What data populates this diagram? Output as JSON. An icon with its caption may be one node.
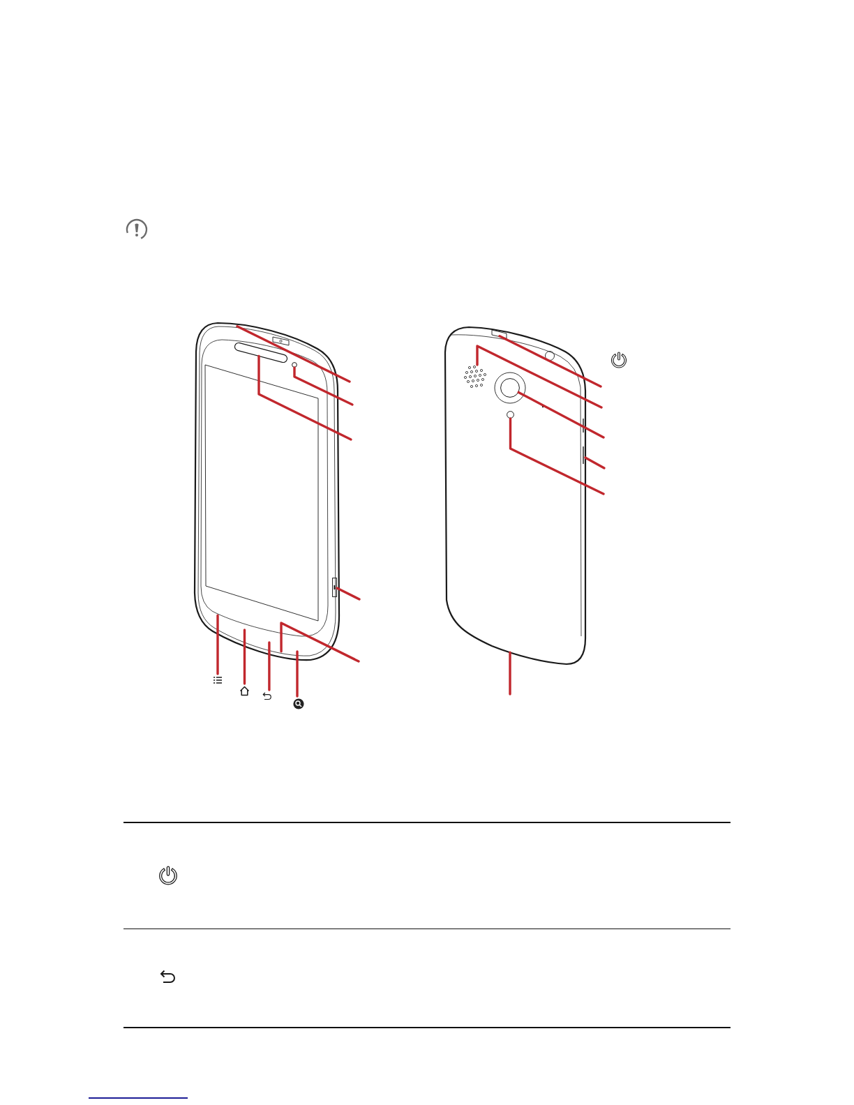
{
  "diagram": {
    "nodes": [
      {
        "text": [],
        "shape": "picture"
      },
      {
        "text": [],
        "shape": "bar",
        "in": 0
      },
      {
        "text": [],
        "shape": "circle",
        "in": 0
      },
      {
        "text": [],
        "shape": "box",
        "in": 0
      },
      {
        "text": [],
        "shape": "picture"
      },
      {
        "text": [],
        "shape": "picture"
      },
      {
        "text": [],
        "shape": "picture"
      },
      {
        "text": [],
        "shape": "picture"
      },
      {
        "text": [],
        "shape": "picture"
      },
      {
        "text": [],
        "shape": "picture",
        "in": 8
      },
      {
        "text": [],
        "shape": "circle",
        "in": 8
      },
      {
        "text": [],
        "shape": "circle",
        "in": 8
      }
    ],
    "edges": [
      {
        "from": null,
        "to": 0,
        "arrow": "none"
      },
      {
        "from": null,
        "to": 2,
        "arrow": "none"
      },
      {
        "from": null,
        "to": 1,
        "arrow": "none"
      },
      {
        "from": null,
        "to": 3,
        "arrow": "none"
      },
      {
        "from": null,
        "to": 0,
        "arrow": "none"
      },
      {
        "from": 4,
        "to": 0,
        "arrow": "none"
      },
      {
        "from": 5,
        "to": 0,
        "arrow": "none"
      },
      {
        "from": 6,
        "to": 0,
        "arrow": "none"
      },
      {
        "from": 7,
        "to": 0,
        "arrow": "none"
      },
      {
        "from": null,
        "to": 8,
        "arrow": "none"
      },
      {
        "from": null,
        "to": 9,
        "arrow": "none"
      },
      {
        "from": null,
        "to": 10,
        "arrow": "none"
      },
      {
        "from": null,
        "to": 8,
        "arrow": "none"
      },
      {
        "from": null,
        "to": 11,
        "arrow": "none"
      },
      {
        "from": null,
        "to": 8,
        "arrow": "none"
      }
    ]
  }
}
